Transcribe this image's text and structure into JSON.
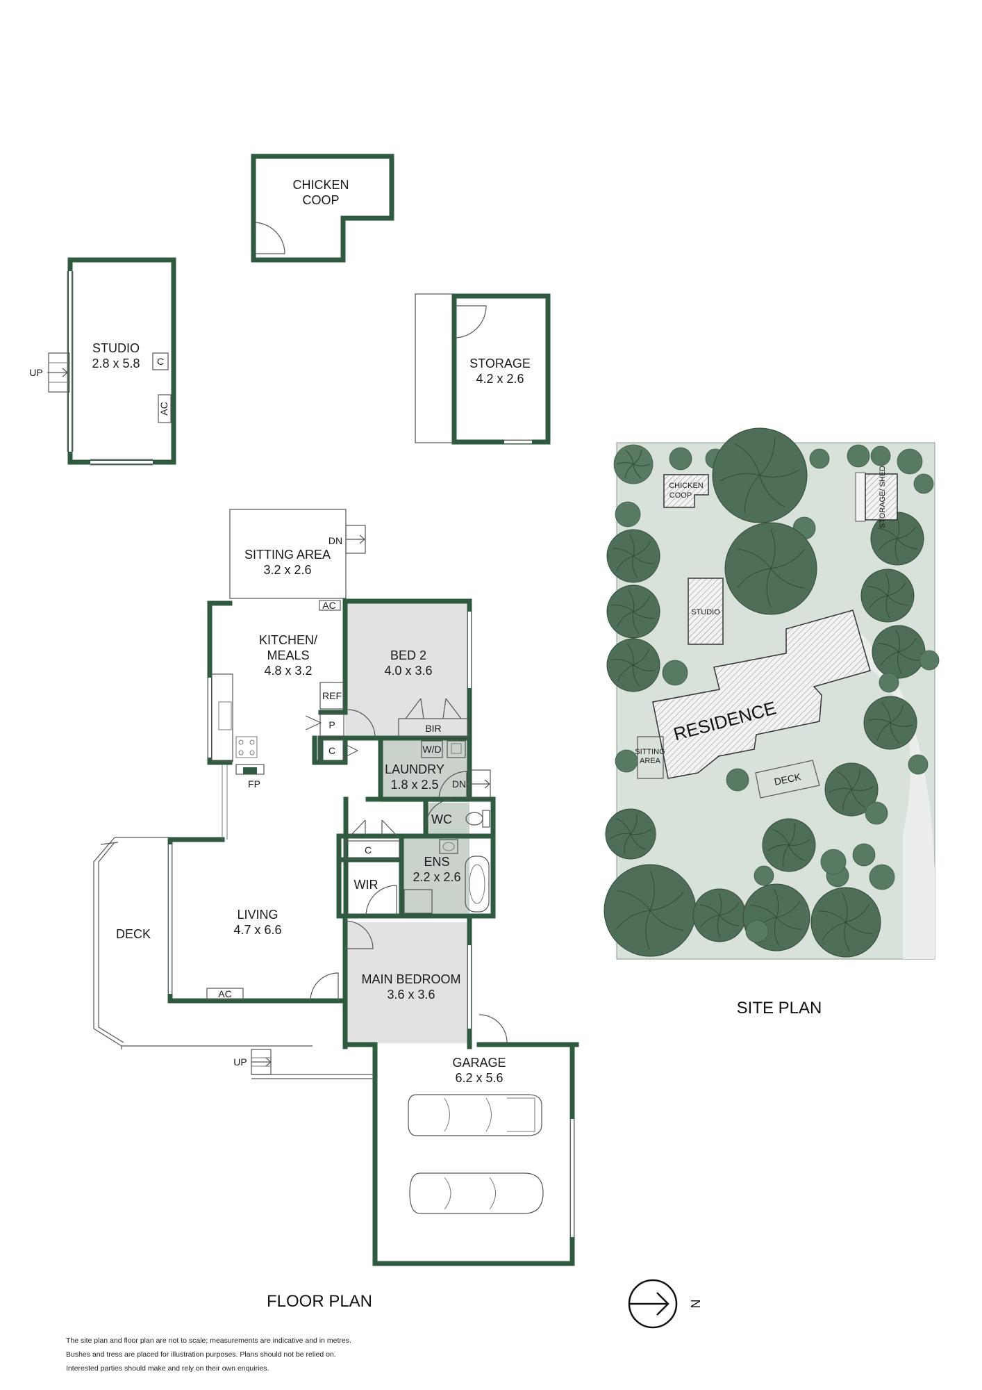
{
  "floor_plan": {
    "title": "FLOOR PLAN",
    "rooms": {
      "chicken_coop": {
        "name_line1": "CHICKEN",
        "name_line2": "COOP"
      },
      "studio": {
        "name": "STUDIO",
        "size": "2.8 x 5.8"
      },
      "storage": {
        "name": "STORAGE",
        "size": "4.2 x 2.6"
      },
      "sitting_area": {
        "name": "SITTING AREA",
        "size": "3.2 x 2.6"
      },
      "kitchen": {
        "name_line1": "KITCHEN/",
        "name_line2": "MEALS",
        "size": "4.8 x 3.2"
      },
      "bed2": {
        "name": "BED 2",
        "size": "4.0 x 3.6"
      },
      "laundry": {
        "name": "LAUNDRY",
        "size": "1.8 x 2.5"
      },
      "wc": {
        "name": "WC"
      },
      "ens": {
        "name": "ENS",
        "size": "2.2 x 2.6"
      },
      "wir": {
        "name": "WIR"
      },
      "living": {
        "name": "LIVING",
        "size": "4.7 x 6.6"
      },
      "deck": {
        "name": "DECK"
      },
      "main_bedroom": {
        "name": "MAIN BEDROOM",
        "size": "3.6 x 3.6"
      },
      "garage": {
        "name": "GARAGE",
        "size": "6.2 x 5.6"
      }
    },
    "labels": {
      "up": "UP",
      "dn": "DN",
      "cupboard": "C",
      "ac": "AC",
      "ref": "REF",
      "pantry": "P",
      "bir": "BIR",
      "washer_dryer": "W/D",
      "fireplace": "FP"
    }
  },
  "site_plan": {
    "title": "SITE PLAN",
    "residence": "RESIDENCE",
    "chicken_coop_line1": "CHICKEN",
    "chicken_coop_line2": "COOP",
    "storage_shed": "STORAGE/ SHED",
    "studio": "STUDIO",
    "sitting_area_line1": "SITTING",
    "sitting_area_line2": "AREA",
    "deck": "DECK"
  },
  "compass": {
    "north_label": "N"
  },
  "disclaimer": [
    "The site plan and floor plan are not to scale; measurements are indicative and in metres.",
    "Bushes and tress are placed for illustration purposes. Plans should not be relied on.",
    "Interested parties should make and rely on their own enquiries."
  ],
  "colors": {
    "wall": "#2f5a40",
    "room_grey": "#e2e2e2",
    "wet_area": "#c9d3cc",
    "site_ground": "#d9e2da",
    "tree": "#4f6e58"
  }
}
